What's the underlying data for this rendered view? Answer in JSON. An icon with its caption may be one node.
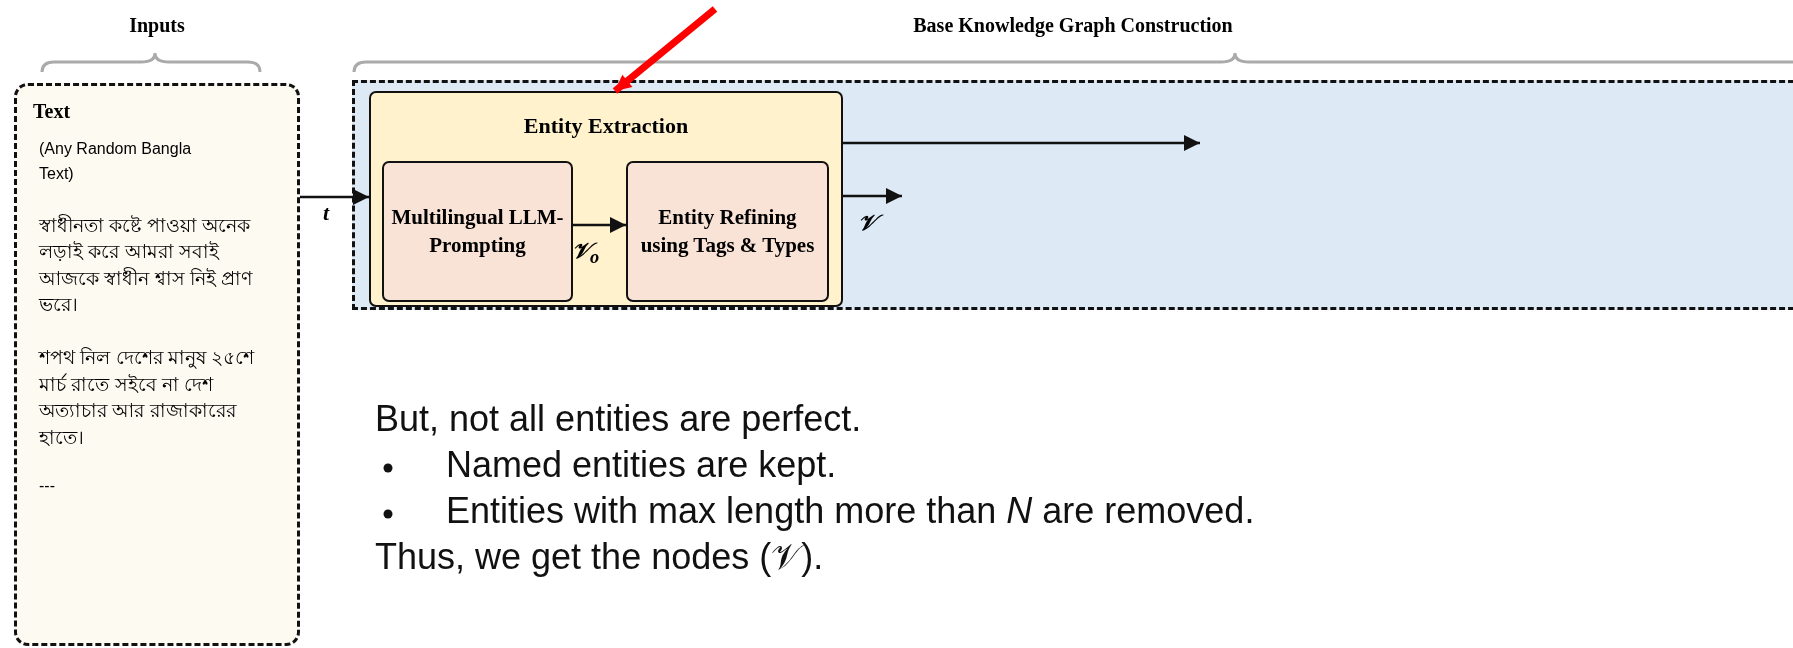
{
  "diagram": {
    "nodes": [
      {
        "text": [
          "Inputs",
          "Text",
          "(Any Random Bangla Text)",
          "স্বাধীনতা কষ্টে পাওয়া অনেক লড়াই করে আমরা সবাই আজকে স্বাধীন শ্বাস নিই প্রাণ ভরে।",
          "শপথ নিল দেশের মানুষ ২৫শে মার্চ রাতে সইবে না দেশ অত্যাচার আর রাজাকারের হাতে।",
          "---"
        ]
      },
      {
        "text": [
          "Base Knowledge Graph Construction"
        ]
      },
      {
        "text": [
          "Entity Extraction"
        ],
        "in": 1
      },
      {
        "text": [
          "Multilingual LLM-Prompting"
        ],
        "in": 2
      },
      {
        "text": [
          "Entity Refining using Tags & Types"
        ],
        "in": 2
      }
    ],
    "edges": [
      {
        "from": 0,
        "to": 2,
        "arrow": "to",
        "label": "t"
      },
      {
        "from": 3,
        "to": 4,
        "arrow": "to",
        "label": "𝒱$_{o}$"
      },
      {
        "from": 2,
        "to": null,
        "arrow": "to"
      },
      {
        "from": 2,
        "to": null,
        "arrow": "to",
        "label": "𝒱"
      },
      {
        "from": null,
        "to": 2,
        "arrow": "to",
        "style": "thick",
        "color": "#ff0000"
      }
    ],
    "labels": [
      "But, not all entities are perfect.",
      "Named entities are kept.",
      "Entities with max length more than *N* are removed.",
      "Thus, we get the nodes (𝒱)."
    ]
  }
}
